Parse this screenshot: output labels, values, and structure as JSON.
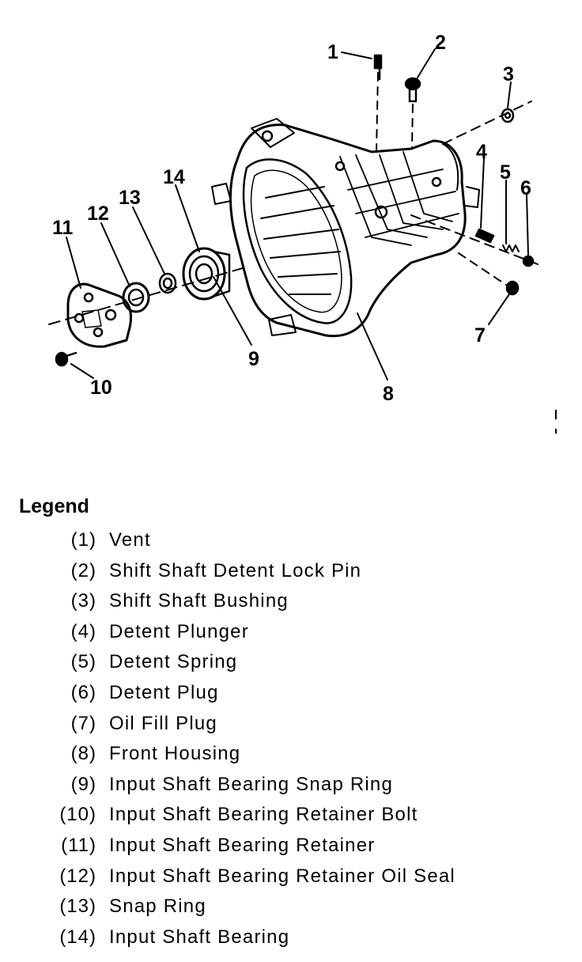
{
  "callouts": [
    "1",
    "2",
    "3",
    "4",
    "5",
    "6",
    "7",
    "8",
    "9",
    "10",
    "11",
    "12",
    "13",
    "14"
  ],
  "legend": {
    "title": "Legend",
    "items": [
      {
        "num": "(1)",
        "label": "Vent"
      },
      {
        "num": "(2)",
        "label": "Shift Shaft Detent Lock Pin"
      },
      {
        "num": "(3)",
        "label": "Shift Shaft Bushing"
      },
      {
        "num": "(4)",
        "label": "Detent Plunger"
      },
      {
        "num": "(5)",
        "label": "Detent Spring"
      },
      {
        "num": "(6)",
        "label": "Detent Plug"
      },
      {
        "num": "(7)",
        "label": "Oil Fill Plug"
      },
      {
        "num": "(8)",
        "label": "Front Housing"
      },
      {
        "num": "(9)",
        "label": "Input Shaft Bearing Snap Ring"
      },
      {
        "num": "(10)",
        "label": "Input Shaft Bearing Retainer Bolt"
      },
      {
        "num": "(11)",
        "label": "Input Shaft Bearing Retainer"
      },
      {
        "num": "(12)",
        "label": "Input Shaft Bearing Retainer Oil Seal"
      },
      {
        "num": "(13)",
        "label": "Snap Ring"
      },
      {
        "num": "(14)",
        "label": "Input Shaft Bearing"
      }
    ]
  }
}
